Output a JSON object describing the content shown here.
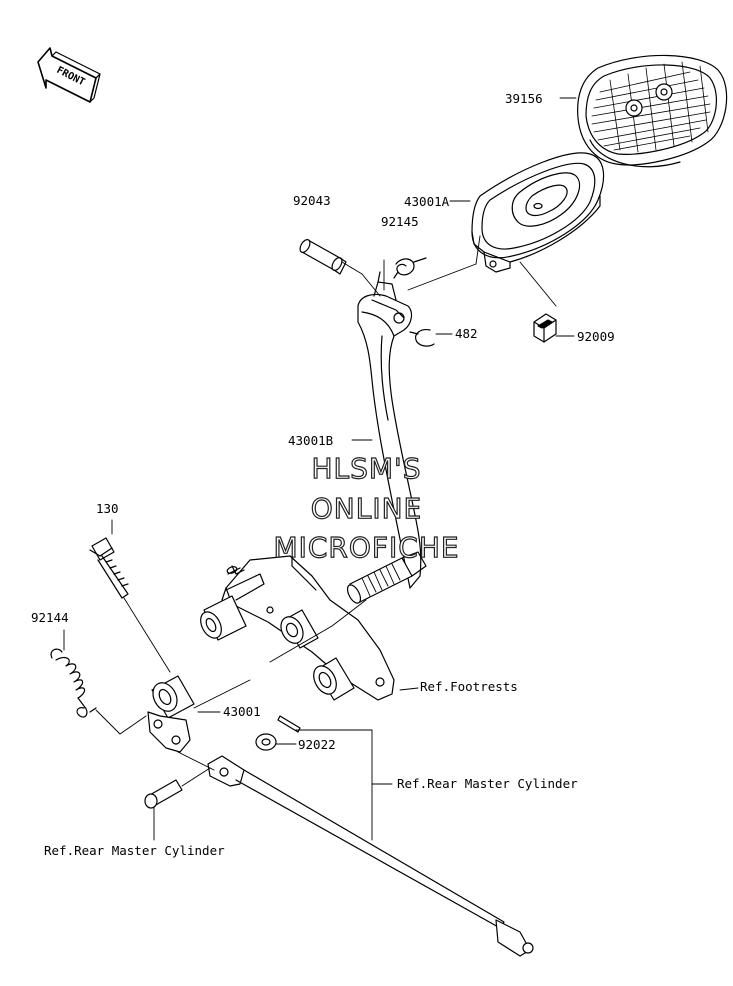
{
  "front_marker": "FRONT",
  "watermark": [
    "HLSM'S",
    "ONLINE",
    "MICROFICHE"
  ],
  "parts": {
    "p39156": "39156",
    "p43001A": "43001A",
    "p92043": "92043",
    "p92145": "92145",
    "p482": "482",
    "p92009": "92009",
    "p43001B": "43001B",
    "p130": "130",
    "p92144": "92144",
    "p43001": "43001",
    "p92022": "92022"
  },
  "refs": {
    "footrests": "Ref.Footrests",
    "rear_master_cylinder_right": "Ref.Rear Master Cylinder",
    "rear_master_cylinder_left": "Ref.Rear Master Cylinder"
  }
}
